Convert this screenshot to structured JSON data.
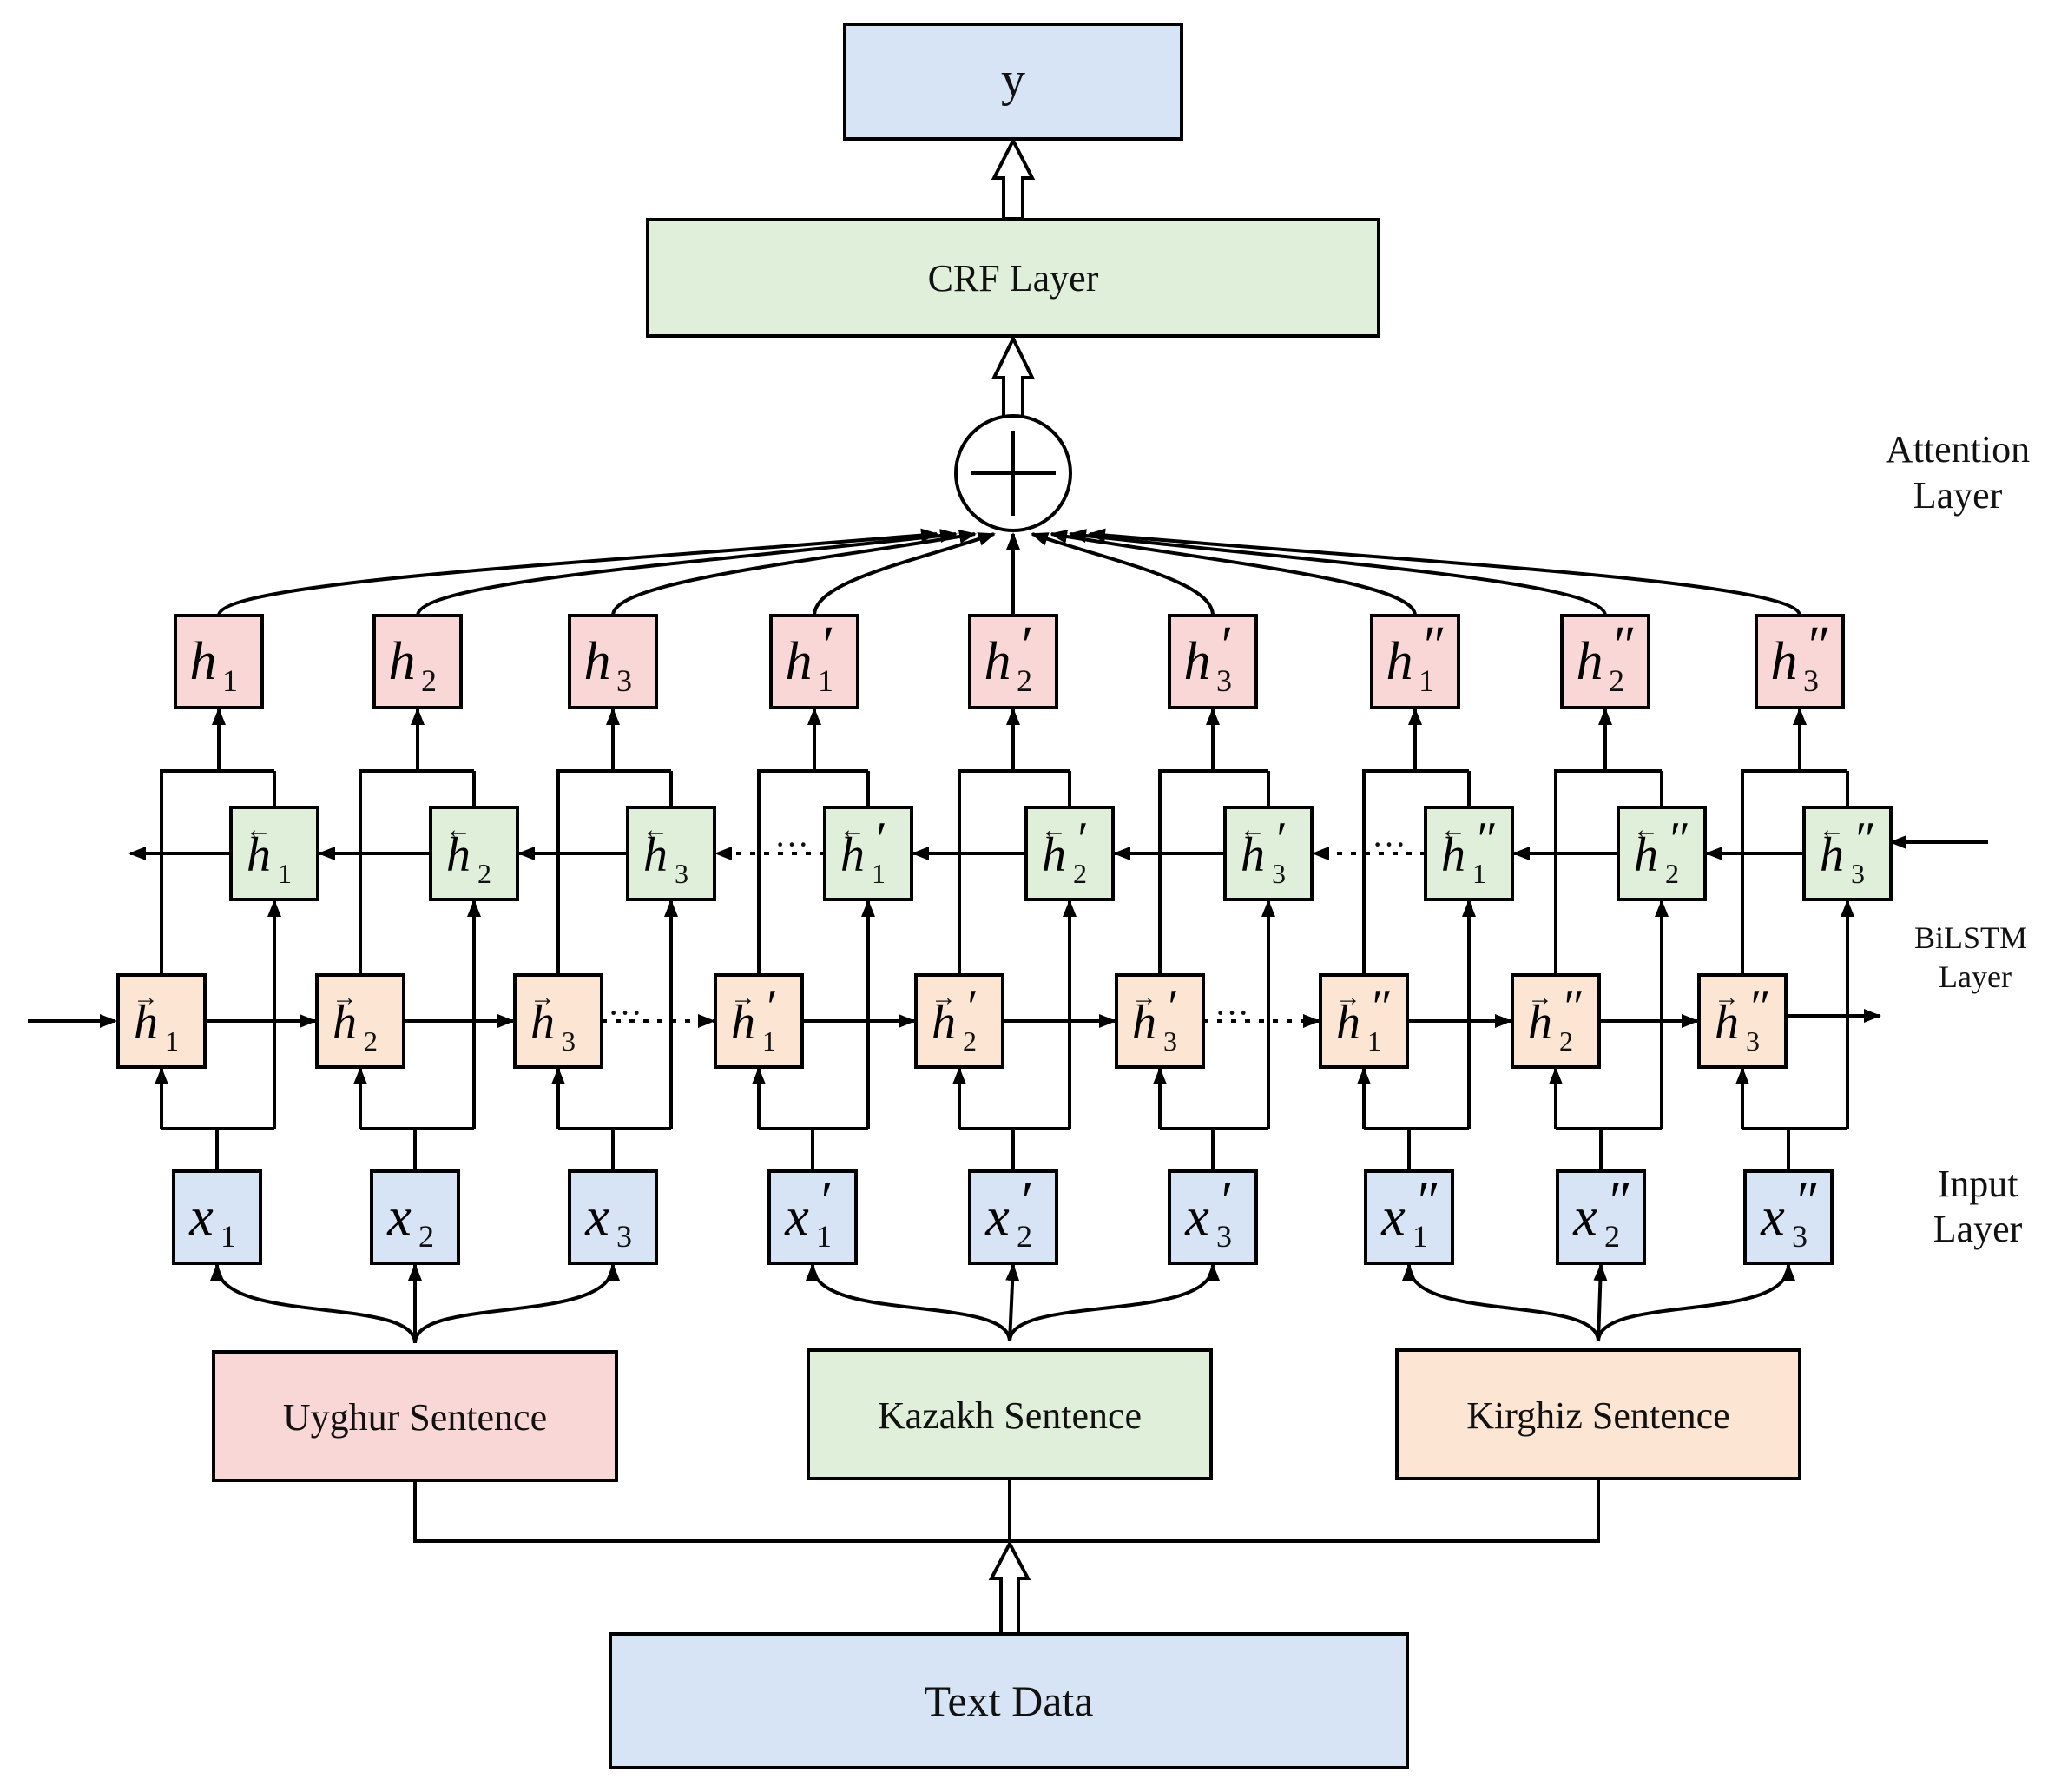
{
  "colors": {
    "blue": "#d6e4f5",
    "green": "#e0efd9",
    "pink": "#fad7d7",
    "peach": "#fde5d3",
    "stroke": "#000000"
  },
  "diagram": {
    "output": {
      "label": "y"
    },
    "crf": {
      "label": "CRF Layer"
    },
    "attention": {
      "symbol": "+"
    },
    "side_labels": {
      "attention_1": "Attention",
      "attention_2": "Layer",
      "bilstm_1": "BiLSTM",
      "bilstm_2": "Layer",
      "input_1": "Input",
      "input_2": "Layer"
    },
    "sentences": [
      {
        "label": "Uyghur Sentence"
      },
      {
        "label": "Kazakh Sentence"
      },
      {
        "label": "Kirghiz Sentence"
      }
    ],
    "source": {
      "label": "Text Data"
    },
    "symbols": {
      "hidden": "h",
      "input": "x",
      "fwd_arrow": "→",
      "bwd_arrow": "←",
      "primes": [
        "",
        "′",
        "″"
      ],
      "subscripts": [
        "1",
        "2",
        "3"
      ],
      "ellipsis": "···"
    }
  }
}
